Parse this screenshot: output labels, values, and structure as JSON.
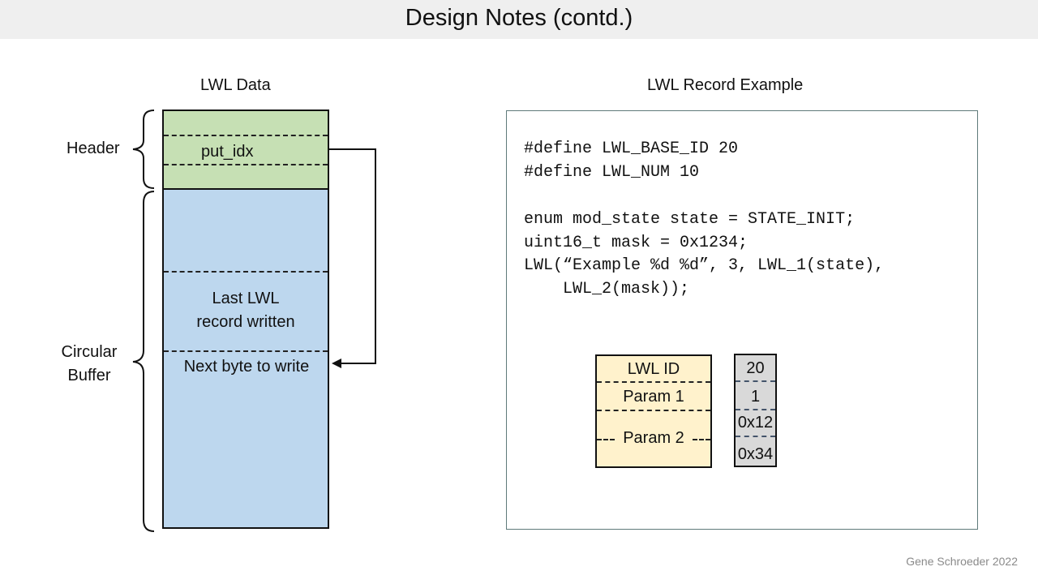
{
  "slide": {
    "title": "Design Notes (contd.)",
    "footer": "Gene Schroeder  2022"
  },
  "left": {
    "heading": "LWL Data",
    "header_label": "Header",
    "circular_label": "Circular\nBuffer",
    "put_idx": "put_idx",
    "last_record": "Last LWL\nrecord written",
    "next_byte": "Next byte to write"
  },
  "right": {
    "heading": "LWL Record Example",
    "code_lines": [
      "#define LWL_BASE_ID 20",
      "#define LWL_NUM 10",
      "",
      "enum mod_state state = STATE_INIT;",
      "uint16_t mask = 0x1234;",
      "LWL(“Example %d %d”, 3, LWL_1(state),",
      "    LWL_2(mask));"
    ],
    "fields": [
      "LWL ID",
      "Param 1",
      "Param 2"
    ],
    "values": [
      "20",
      "1",
      "0x12",
      "0x34"
    ]
  },
  "colors": {
    "header_fill": "#c6e0b4",
    "buffer_fill": "#bdd7ee",
    "field_fill": "#fff2cc",
    "value_fill": "#d9d9d9",
    "title_bar": "#efefef"
  }
}
